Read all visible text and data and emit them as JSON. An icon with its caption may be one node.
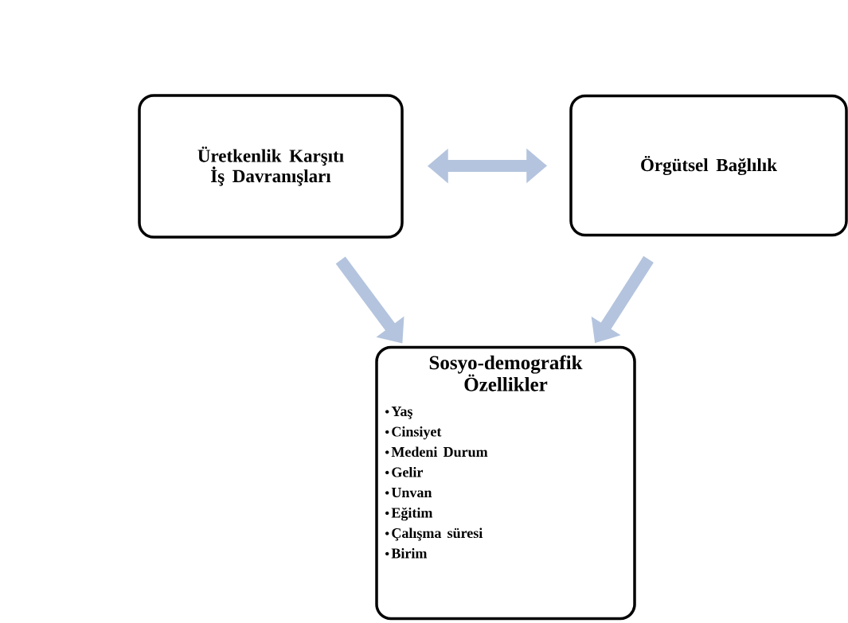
{
  "diagram": {
    "nodes": [
      {
        "text": [
          "Üretkenlik Karşıtı İş Davranışları"
        ]
      },
      {
        "text": [
          "Örgütsel Bağlılık"
        ]
      },
      {
        "text": [
          "Sosyo-demografik Özellikler",
          "Yaş",
          "Cinsiyet",
          "Medeni Durum",
          "Gelir",
          "Unvan",
          "Eğitim",
          "Çalışma süresi",
          "Birim"
        ]
      }
    ],
    "edges": [
      {
        "from": 0,
        "to": 1,
        "arrow": "both"
      },
      {
        "from": 0,
        "to": 2,
        "arrow": "to"
      },
      {
        "from": 1,
        "to": 2,
        "arrow": "to"
      }
    ]
  }
}
